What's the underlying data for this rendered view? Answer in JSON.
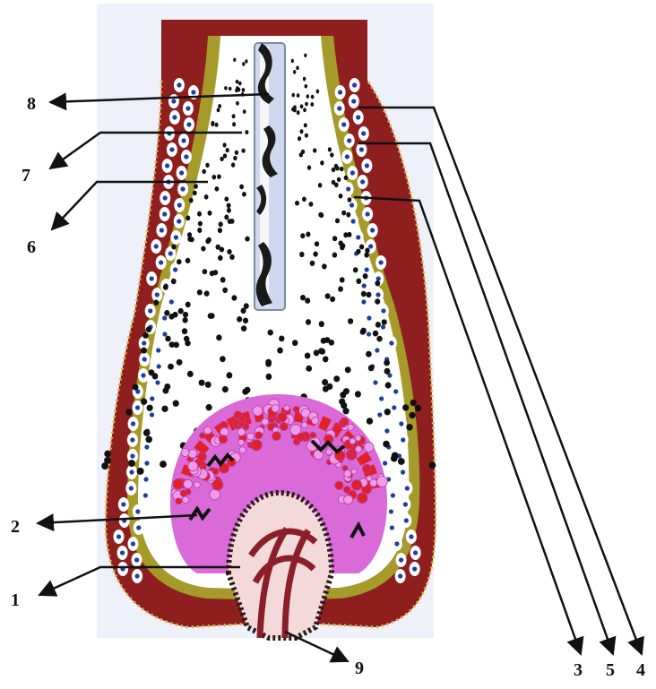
{
  "labels": {
    "l1": "1",
    "l2": "2",
    "l3": "3",
    "l4": "4",
    "l5": "5",
    "l6": "6",
    "l7": "7",
    "l8": "8",
    "l9": "9"
  },
  "colors": {
    "background": "#ffffff",
    "outer_sheath": "#8f1f1f",
    "dermal_sheath_dots": "#e6b640",
    "inner_sheath_band": "#a59a2a",
    "cell_core": "#1f3d9e",
    "cortex_white": "#ffffff",
    "matrix_pink": "#d96ad8",
    "matrix_red": "#e0212a",
    "papilla": "#f3d9d9",
    "hair_shaft": "#cfd8ec",
    "pigment": "#1a1a1a",
    "leader_line": "#111111"
  }
}
